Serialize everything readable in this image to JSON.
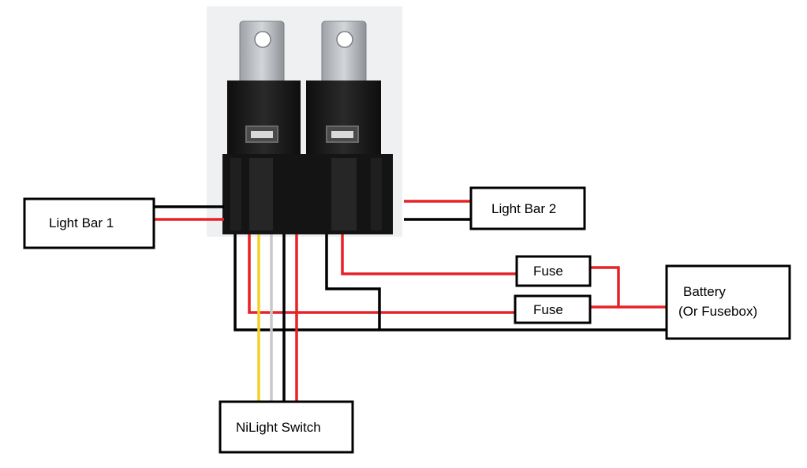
{
  "components": {
    "light_bar_1": "Light Bar 1",
    "light_bar_2": "Light Bar 2",
    "fuse_top": "Fuse",
    "fuse_bottom": "Fuse",
    "battery_line1": "Battery",
    "battery_line2": "(Or Fusebox)",
    "switch": "NiLight Switch"
  },
  "colors": {
    "wire_red": "#e52226",
    "wire_black": "#000000",
    "wire_yellow": "#f2d22a",
    "wire_white": "#c8c8c8",
    "relay_body": "#1a1a1a",
    "relay_tab": "#b9bcc0"
  }
}
